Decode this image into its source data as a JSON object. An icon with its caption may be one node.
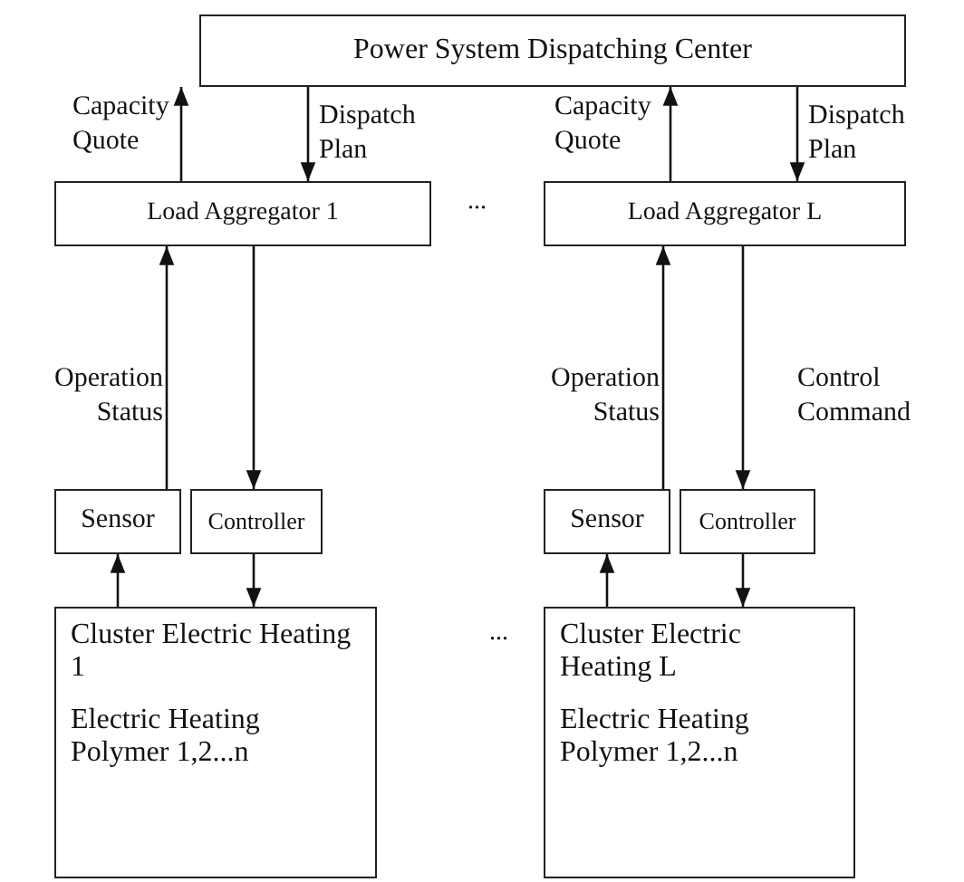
{
  "diagram": {
    "nodes": [
      {
        "text": [
          "Power System Dispatching Center"
        ]
      },
      {
        "text": [
          "Load Aggregator 1"
        ]
      },
      {
        "text": [
          "Load Aggregator L"
        ]
      },
      {
        "text": [
          "Sensor"
        ]
      },
      {
        "text": [
          "Controller"
        ]
      },
      {
        "text": [
          "Sensor"
        ]
      },
      {
        "text": [
          "Controller"
        ]
      },
      {
        "text": [
          "Cluster Electric Heating 1",
          "Electric Heating Polymer 1,2...n"
        ]
      },
      {
        "text": [
          "Cluster Electric Heating L",
          "Electric Heating Polymer 1,2...n"
        ]
      }
    ],
    "edges": [
      {
        "from": 1,
        "to": 0,
        "arrow": "to",
        "label": "Capacity Quote"
      },
      {
        "from": 0,
        "to": 1,
        "arrow": "to",
        "label": "Dispatch Plan"
      },
      {
        "from": 2,
        "to": 0,
        "arrow": "to",
        "label": "Capacity Quote"
      },
      {
        "from": 0,
        "to": 2,
        "arrow": "to",
        "label": "Dispatch Plan"
      },
      {
        "from": 3,
        "to": 1,
        "arrow": "to",
        "label": "Operation Status"
      },
      {
        "from": 1,
        "to": 4,
        "arrow": "to"
      },
      {
        "from": 5,
        "to": 2,
        "arrow": "to",
        "label": "Operation Status"
      },
      {
        "from": 2,
        "to": 6,
        "arrow": "to",
        "label": "Control Command"
      },
      {
        "from": 7,
        "to": 3,
        "arrow": "to"
      },
      {
        "from": 4,
        "to": 7,
        "arrow": "to"
      },
      {
        "from": 8,
        "to": 5,
        "arrow": "to"
      },
      {
        "from": 6,
        "to": 8,
        "arrow": "to"
      }
    ],
    "labels": [
      "...",
      "..."
    ]
  }
}
